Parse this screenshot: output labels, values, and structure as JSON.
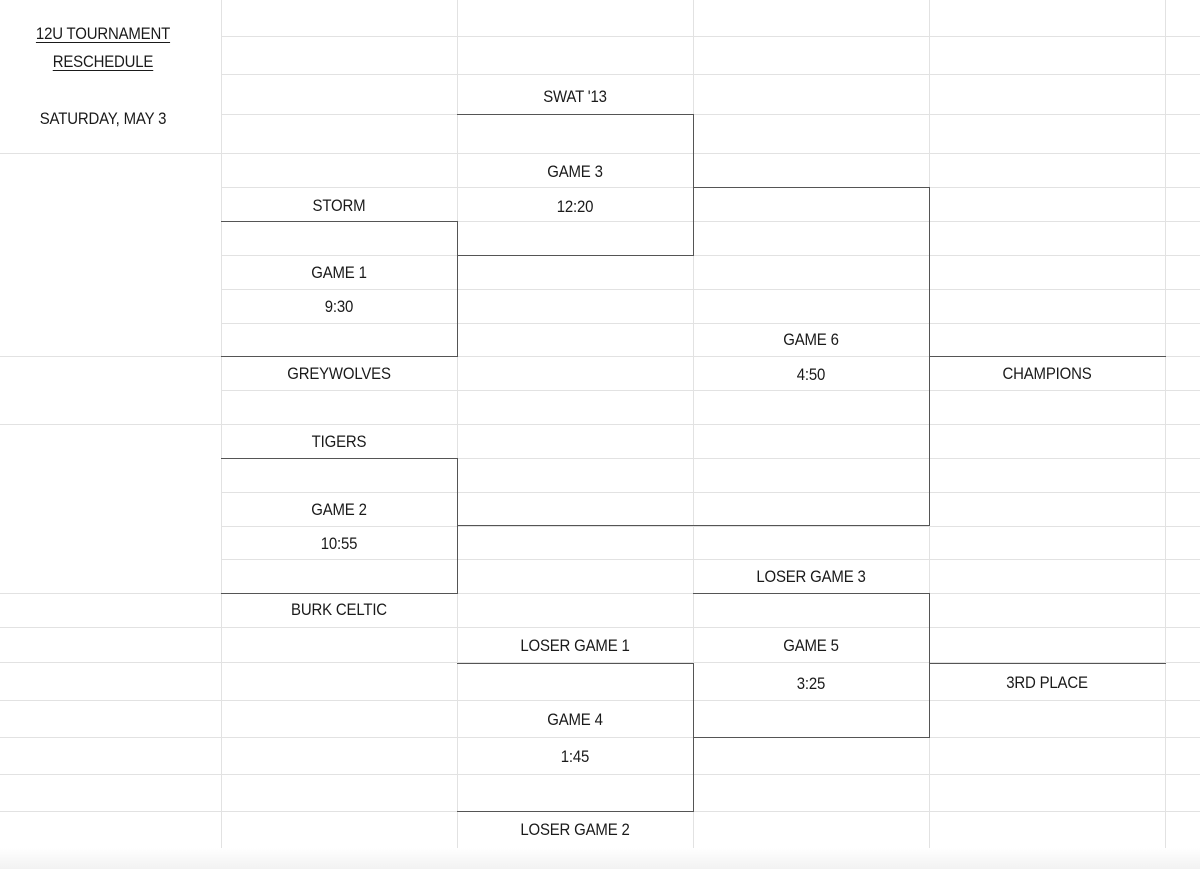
{
  "sheet": {
    "title_line1": "12U TOURNAMENT",
    "title_line2": "RESCHEDULE",
    "date": "SATURDAY, MAY 3"
  },
  "bracket": {
    "round1": {
      "team_storm": "STORM",
      "game1_label": "GAME 1",
      "game1_time": "9:30",
      "team_greywolves": "GREYWOLVES",
      "team_tigers": "TIGERS",
      "game2_label": "GAME 2",
      "game2_time": "10:55",
      "team_burk_celtic": "BURK CELTIC"
    },
    "round2": {
      "team_swat13": "SWAT '13",
      "game3_label": "GAME 3",
      "game3_time": "12:20",
      "loser_game1": "LOSER GAME 1",
      "game4_label": "GAME 4",
      "game4_time": "1:45",
      "loser_game2": "LOSER GAME 2"
    },
    "round3": {
      "game6_label": "GAME 6",
      "game6_time": "4:50",
      "loser_game3": "LOSER GAME 3",
      "game5_label": "GAME 5",
      "game5_time": "3:25"
    },
    "final": {
      "champions": "CHAMPIONS",
      "third_place": "3RD PLACE"
    }
  }
}
